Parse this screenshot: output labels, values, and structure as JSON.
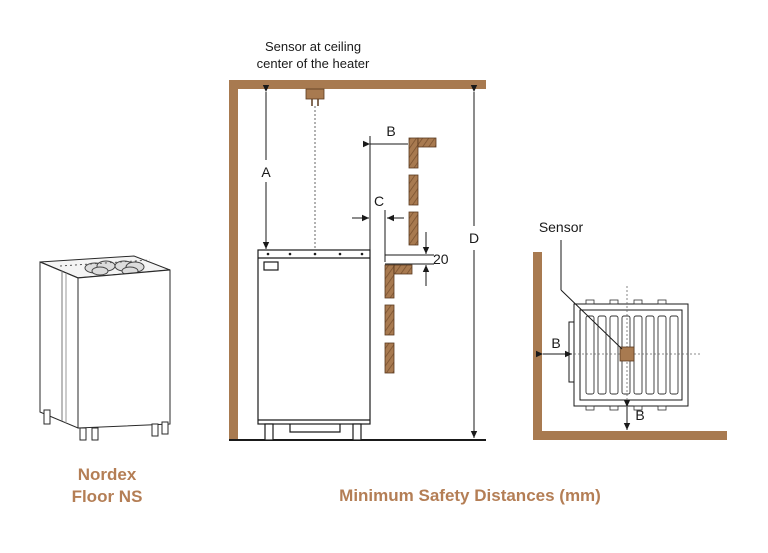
{
  "colors": {
    "wood": "#a87a50",
    "wood_dark": "#7a5230",
    "caption": "#b47e55",
    "line": "#1a1a1a"
  },
  "product": {
    "name_line1": "Nordex",
    "name_line2": "Floor NS"
  },
  "title": "Minimum Safety Distances (mm)",
  "side_view": {
    "sensor_note_line1": "Sensor at ceiling",
    "sensor_note_line2": "center of the heater",
    "dim_a": "A",
    "dim_b": "B",
    "dim_c": "C",
    "dim_d": "D",
    "dim_20": "20"
  },
  "top_view": {
    "sensor_label": "Sensor",
    "dim_b_side": "B",
    "dim_b_bottom": "B"
  }
}
